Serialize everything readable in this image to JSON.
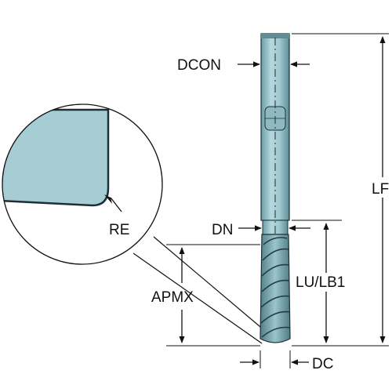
{
  "labels": {
    "dcon": "DCON",
    "re": "RE",
    "dn": "DN",
    "apmx": "APMX",
    "lu_lb1": "LU/LB1",
    "lf": "LF",
    "dc": "DC"
  },
  "colors": {
    "tool_body": "#a7cdd4",
    "tool_dark": "#5f8e98",
    "tool_outline": "#1c2f35",
    "line": "#111111"
  }
}
